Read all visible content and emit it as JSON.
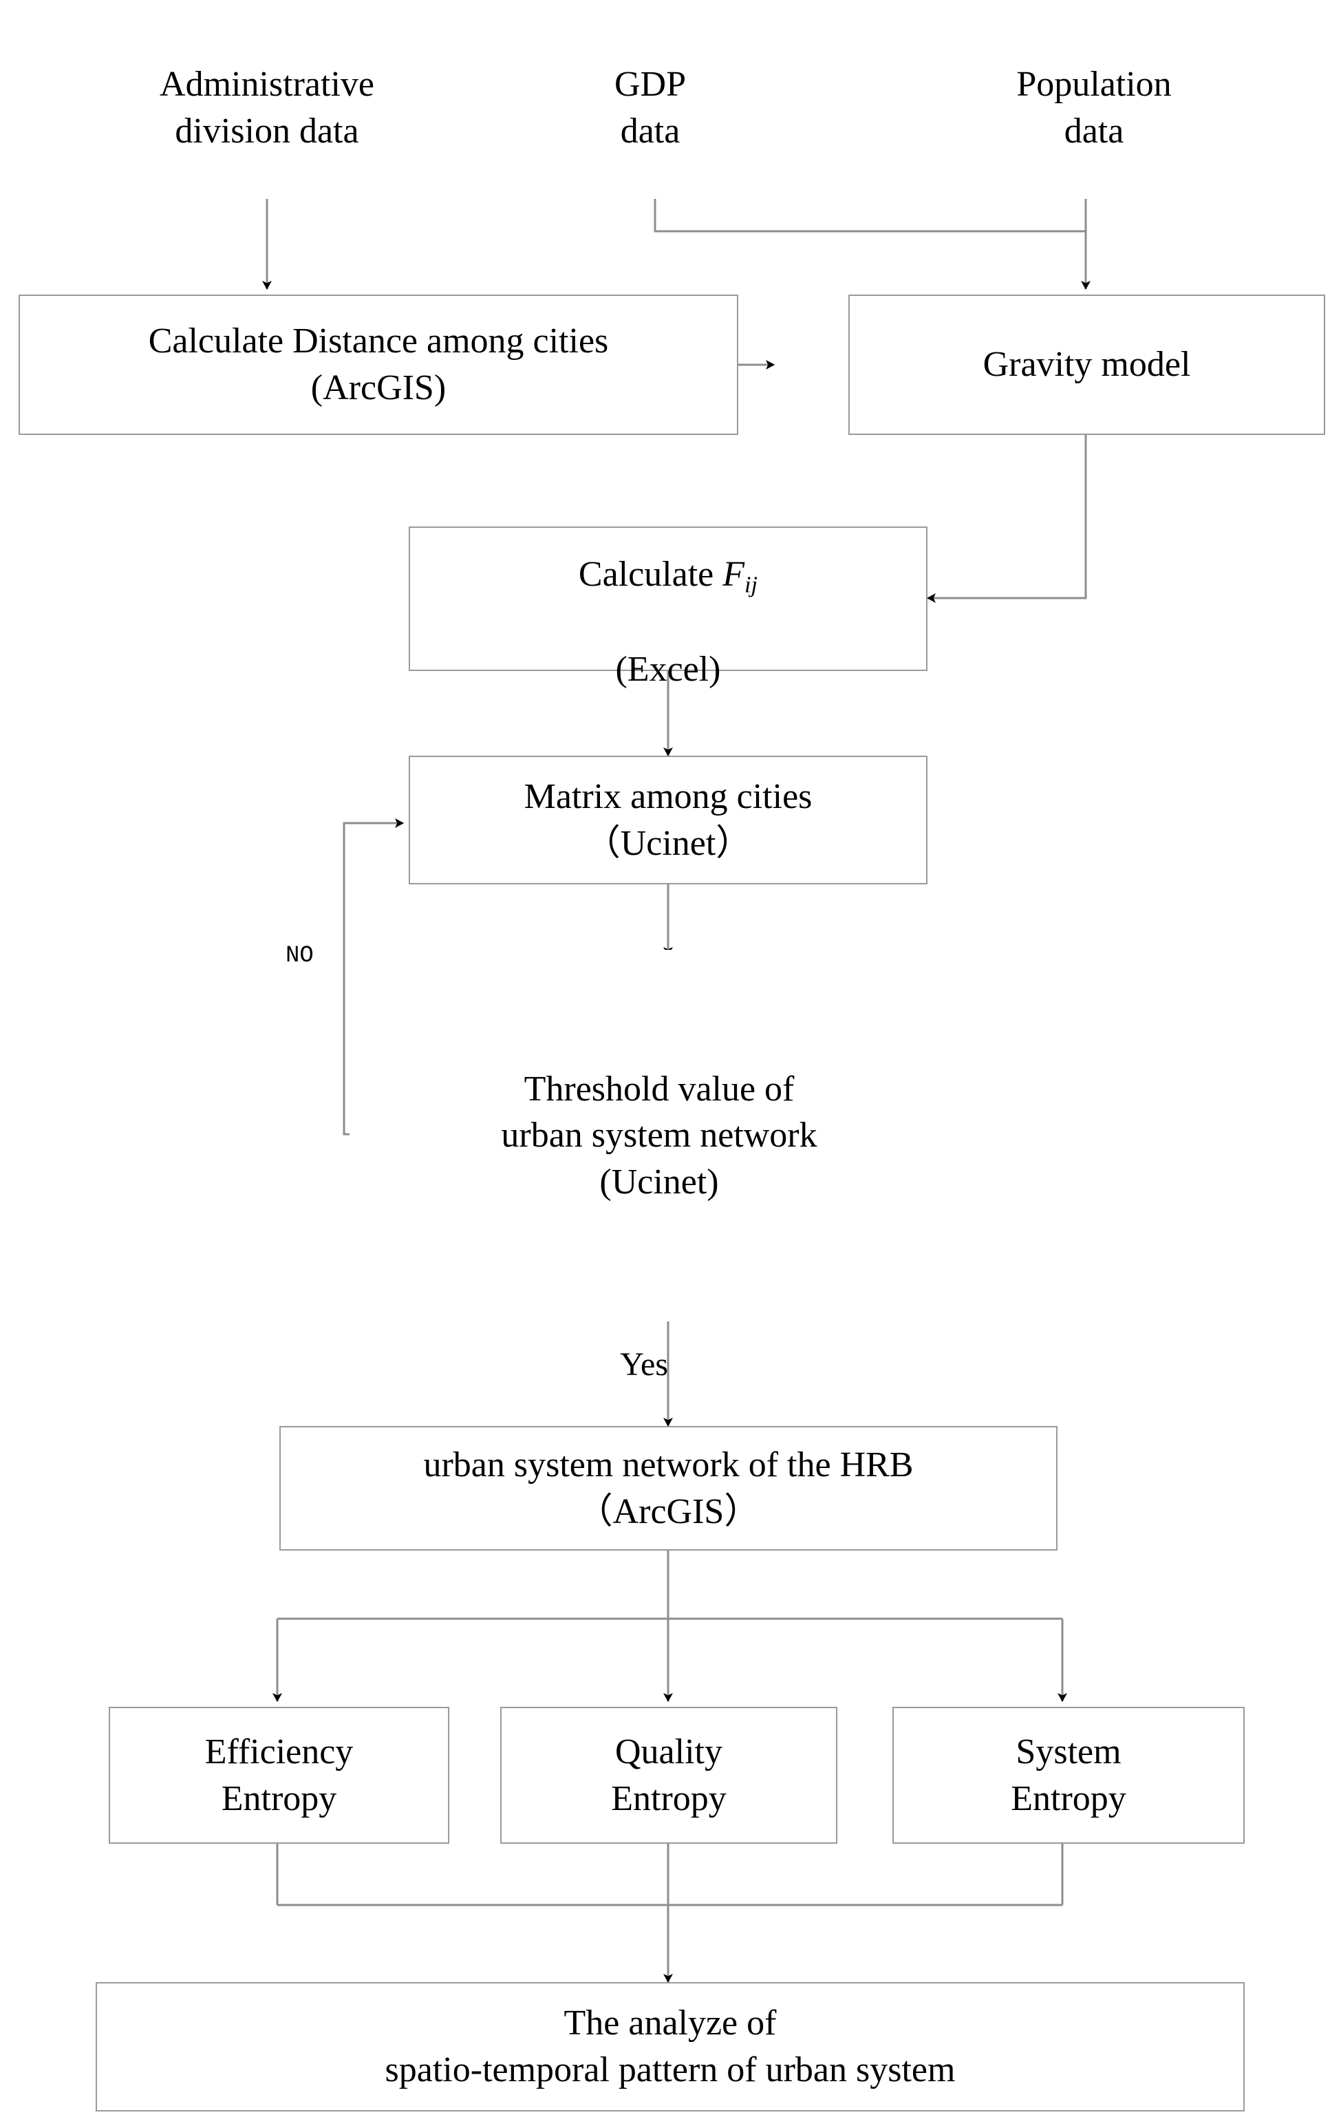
{
  "diagram": {
    "type": "flowchart",
    "title": "Urban system network research workflow",
    "background_color": "#ffffff",
    "shape_stroke_color": "#9a9a9a",
    "connector_color": "#8d8d8d",
    "arrowhead_color": "#000000",
    "text_color": "#000000"
  },
  "nodes": {
    "admin_data": {
      "label": "Administrative\ndivision data",
      "shape": "parallelogram"
    },
    "gdp_data": {
      "label": "GDP\ndata",
      "shape": "parallelogram"
    },
    "population_data": {
      "label": "Population\ndata",
      "shape": "parallelogram"
    },
    "distance": {
      "label": "Calculate Distance among cities\n(ArcGIS)",
      "shape": "rectangle"
    },
    "gravity": {
      "label": "Gravity model",
      "shape": "rectangle"
    },
    "calc_fij": {
      "shape": "rectangle",
      "line1_prefix": "Calculate ",
      "line1_symbol": "F",
      "line1_subscript": "ij",
      "line2": "(Excel)"
    },
    "matrix": {
      "label": "Matrix among cities\n（Ucinet）",
      "shape": "rectangle"
    },
    "threshold": {
      "label": "Threshold value of\nurban system network\n(Ucinet)",
      "shape": "diamond"
    },
    "hrb_network": {
      "label": "urban system network of the HRB\n（ArcGIS）",
      "shape": "rectangle"
    },
    "efficiency_entropy": {
      "label": "Efficiency\nEntropy",
      "shape": "rectangle"
    },
    "quality_entropy": {
      "label": "Quality\nEntropy",
      "shape": "rectangle"
    },
    "system_entropy": {
      "label": "System\nEntropy",
      "shape": "rectangle"
    },
    "final_analysis": {
      "label": "The analyze of\nspatio-temporal pattern of urban system",
      "shape": "rectangle"
    }
  },
  "edge_labels": {
    "no_label": "NO",
    "yes_label": "Yes"
  },
  "edges": [
    {
      "from": "admin_data",
      "to": "distance",
      "label": ""
    },
    {
      "from": "gdp_data",
      "to": "gravity",
      "label": ""
    },
    {
      "from": "population_data",
      "to": "gravity",
      "label": ""
    },
    {
      "from": "distance",
      "to": "gravity",
      "label": ""
    },
    {
      "from": "gravity",
      "to": "calc_fij",
      "label": ""
    },
    {
      "from": "calc_fij",
      "to": "matrix",
      "label": ""
    },
    {
      "from": "matrix",
      "to": "threshold",
      "label": ""
    },
    {
      "from": "threshold",
      "to": "matrix",
      "label": "NO"
    },
    {
      "from": "threshold",
      "to": "hrb_network",
      "label": "Yes"
    },
    {
      "from": "hrb_network",
      "to": "efficiency_entropy",
      "label": ""
    },
    {
      "from": "hrb_network",
      "to": "quality_entropy",
      "label": ""
    },
    {
      "from": "hrb_network",
      "to": "system_entropy",
      "label": ""
    },
    {
      "from": "efficiency_entropy",
      "to": "final_analysis",
      "label": ""
    },
    {
      "from": "quality_entropy",
      "to": "final_analysis",
      "label": ""
    },
    {
      "from": "system_entropy",
      "to": "final_analysis",
      "label": ""
    }
  ]
}
